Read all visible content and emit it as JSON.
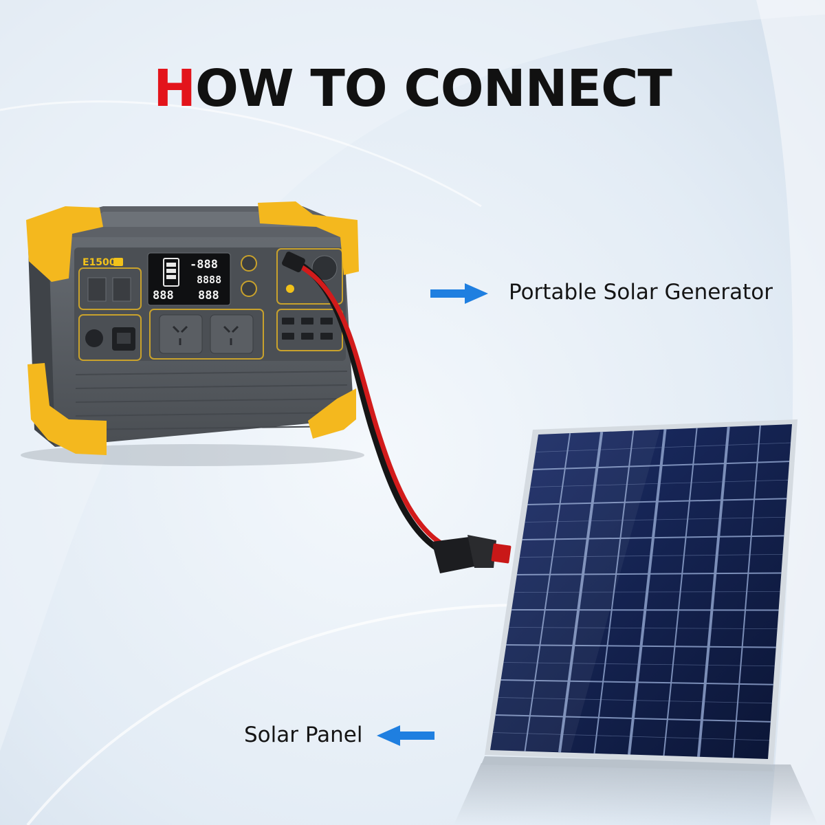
{
  "title": {
    "first_letter": "H",
    "rest": "OW TO CONNECT"
  },
  "labels": {
    "generator": "Portable Solar Generator",
    "panel": "Solar Panel"
  },
  "device": {
    "model": "E1500",
    "lcd_readouts": [
      "-888",
      "8888",
      "888",
      "888"
    ]
  },
  "colors": {
    "title_accent": "#e3141b",
    "arrow": "#1f7fe0",
    "device_body": "#555a60",
    "device_bumper": "#f4b81e"
  }
}
